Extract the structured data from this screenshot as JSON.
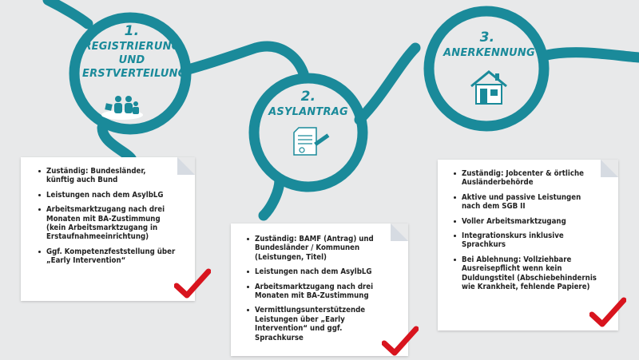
{
  "colors": {
    "background": "#e8e9ea",
    "path": "#1a8a9a",
    "title": "#1a8a9a",
    "check": "#d8141e",
    "card": "#ffffff"
  },
  "steps": [
    {
      "number": "1.",
      "title_lines": [
        "REGISTRIERUNG",
        "UND",
        "ERSTVERTEILUNG"
      ],
      "icon": "family-icon",
      "items": [
        "Zuständig: Bundesländer, künftig auch Bund",
        "Leistungen nach dem AsylbLG",
        "Arbeitsmarktzugang nach drei Monaten mit BA-Zustimmung (kein Arbeitsmarktzugang in Erstaufnahmeeinrichtung)",
        "Ggf. Kompetenzfeststellung über „Early Intervention“"
      ]
    },
    {
      "number": "2.",
      "title_lines": [
        "ASYLANTRAG"
      ],
      "icon": "document-pen-icon",
      "items": [
        "Zuständig: BAMF (Antrag) und Bundesländer / Kommunen (Leistungen, Titel)",
        "Leistungen nach dem AsylbLG",
        "Arbeitsmarktzugang nach drei Monaten mit BA-Zustimmung",
        "Vermittlungsunterstützende Leistungen über „Early Intervention“ und ggf. Sprachkurse"
      ]
    },
    {
      "number": "3.",
      "title_lines": [
        "ANERKENNUNG"
      ],
      "icon": "house-icon",
      "items": [
        "Zuständig: Jobcenter & örtliche Ausländerbehörde",
        "Aktive und passive Leistungen nach dem SGB II",
        "Voller Arbeitsmarktzugang",
        "Integrationskurs inklusive Sprachkurs",
        "Bei Ablehnung: Vollziehbare Ausreisepflicht wenn kein Duldungstitel (Abschiebehindernis wie Krankheit, fehlende Papiere)"
      ]
    }
  ]
}
